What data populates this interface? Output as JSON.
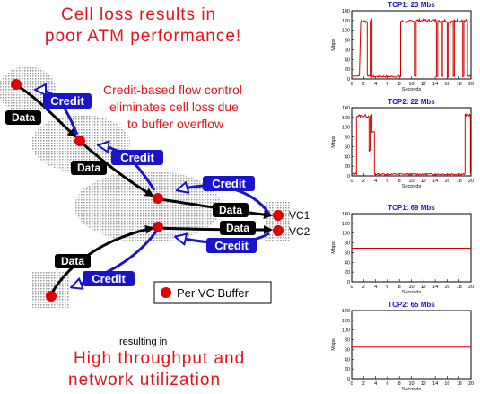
{
  "headline": {
    "line1": "Cell   loss   results in",
    "line2": "poor  ATM    performance!"
  },
  "subhead": {
    "line1": "Credit-based flow control",
    "line2": "eliminates cell loss due",
    "line3": "to  buffer   overflow"
  },
  "footer": {
    "small": "resulting     in",
    "line1": "High  throughput  and",
    "line2": "network       utilization"
  },
  "diagram": {
    "labels": {
      "credit": "Credit",
      "data": "Data",
      "vc1": "VC1",
      "vc2": "VC2",
      "legend": "Per VC Buffer"
    },
    "colors": {
      "node": "#e00000",
      "credit": "#1a14c8",
      "data_arrow": "#000000",
      "shade": "#c8c8c8"
    }
  },
  "chart_data": [
    {
      "type": "line",
      "title": "TCP1: 23 Mbs",
      "xlabel": "Seconds",
      "ylabel": "Mbps",
      "xlim": [
        0,
        20
      ],
      "ylim": [
        0,
        140
      ],
      "xticks": [
        0,
        2,
        4,
        6,
        8,
        10,
        12,
        14,
        16,
        18,
        20
      ],
      "yticks": [
        0,
        20,
        40,
        60,
        80,
        100,
        120,
        140
      ],
      "pattern": "bursty-1",
      "color": "#d00000"
    },
    {
      "type": "line",
      "title": "TCP2: 22 Mbs",
      "xlabel": "Seconds",
      "ylabel": "Mbps",
      "xlim": [
        0,
        20
      ],
      "ylim": [
        0,
        140
      ],
      "xticks": [
        0,
        2,
        4,
        6,
        8,
        10,
        12,
        14,
        16,
        18,
        20
      ],
      "yticks": [
        0,
        20,
        40,
        60,
        80,
        100,
        120,
        140
      ],
      "pattern": "bursty-2",
      "color": "#d00000"
    },
    {
      "type": "line",
      "title": "TCP1: 69 Mbs",
      "xlabel": "Seconds",
      "ylabel": "Mbps",
      "xlim": [
        0,
        20
      ],
      "ylim": [
        0,
        140
      ],
      "xticks": [
        0,
        2,
        4,
        6,
        8,
        10,
        12,
        14,
        16,
        18,
        20
      ],
      "yticks": [
        0,
        20,
        40,
        60,
        80,
        100,
        120,
        140
      ],
      "x": [
        0,
        20
      ],
      "y": [
        69,
        69
      ],
      "color": "#d00000"
    },
    {
      "type": "line",
      "title": "TCP2: 65 Mbs",
      "xlabel": "Seconds",
      "ylabel": "Mbps",
      "xlim": [
        0,
        20
      ],
      "ylim": [
        0,
        140
      ],
      "xticks": [
        0,
        2,
        4,
        6,
        8,
        10,
        12,
        14,
        16,
        18,
        20
      ],
      "yticks": [
        0,
        20,
        40,
        60,
        80,
        100,
        120,
        140
      ],
      "x": [
        0,
        20
      ],
      "y": [
        65,
        65
      ],
      "color": "#d00000"
    }
  ]
}
